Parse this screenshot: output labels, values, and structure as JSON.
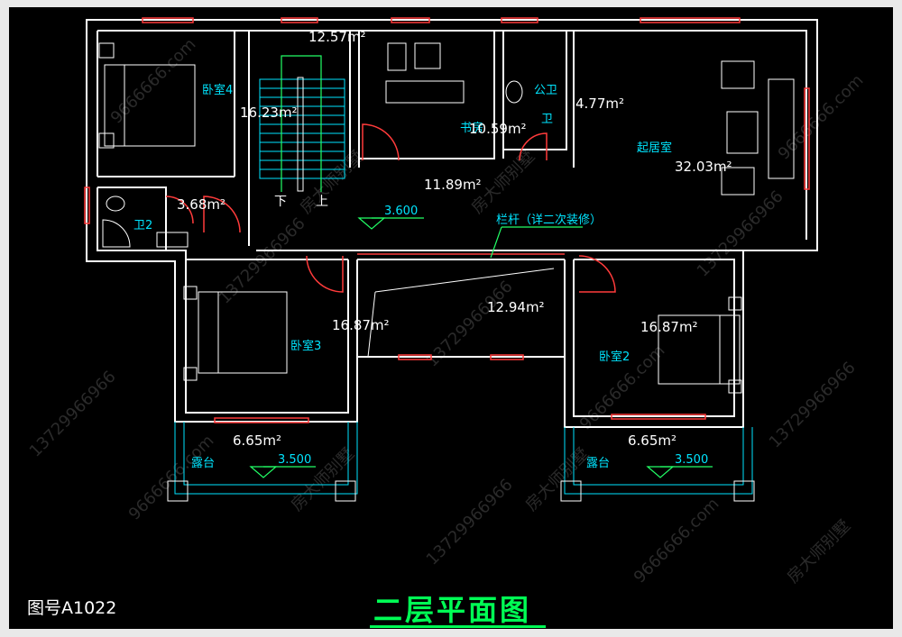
{
  "drawing_title": "二层平面图",
  "drawing_number": "图号A1022",
  "rooms": {
    "bedroom4": {
      "name": "卧室4",
      "area": "16.23m²"
    },
    "stair_hall": {
      "area": "12.57m²"
    },
    "study": {
      "name": "书房",
      "area": "10.59m²"
    },
    "public_bath": {
      "name": "公卫",
      "area": "4.77m²"
    },
    "bath_small": {
      "name": "卫"
    },
    "living": {
      "name": "起居室",
      "area": "32.03m²"
    },
    "corridor": {
      "area": "11.89m²"
    },
    "bath2": {
      "name": "卫2",
      "area": "3.68m²"
    },
    "void": {
      "area": "12.94m²"
    },
    "bedroom3": {
      "name": "卧室3",
      "area": "16.87m²"
    },
    "bedroom2": {
      "name": "卧室2",
      "area": "16.87m²"
    },
    "terrace_left": {
      "name": "露台",
      "area": "6.65m²"
    },
    "terrace_right": {
      "name": "露台",
      "area": "6.65m²"
    }
  },
  "levels": {
    "floor": "3.600",
    "terrace_left": "3.500",
    "terrace_right": "3.500"
  },
  "stair": {
    "down": "下",
    "up": "上"
  },
  "railing_note": "栏杆（详二次装修）",
  "watermarks": {
    "brand": "房大师别墅",
    "phone": "13729966966",
    "site": "9666666.com"
  },
  "colors": {
    "background": "#000000",
    "wall": "#ffffff",
    "window": "#ff3b3b",
    "annotation": "#00e5ff",
    "title": "#00ff55"
  }
}
